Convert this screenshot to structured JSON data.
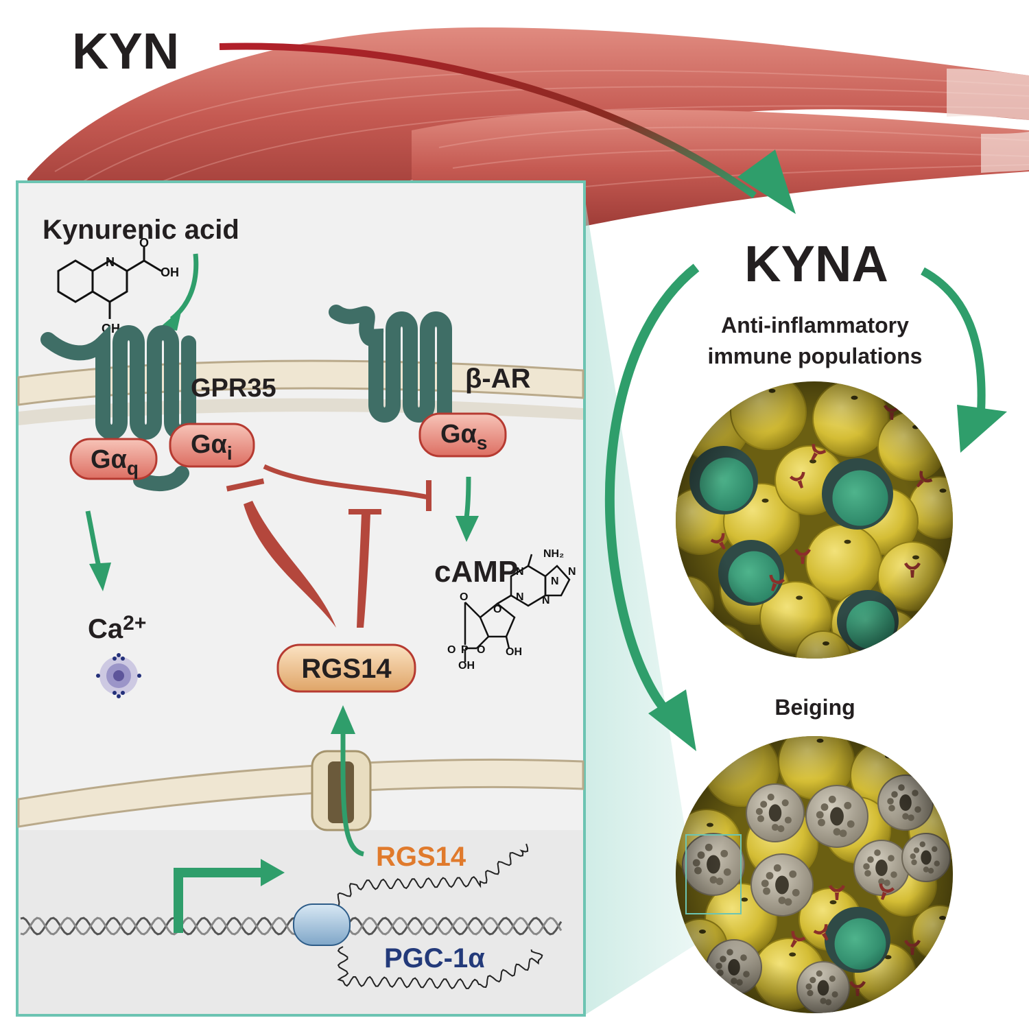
{
  "labels": {
    "kyn": "KYN",
    "kyna": "KYNA",
    "kynurenic_acid": "Kynurenic acid",
    "gpr35": "GPR35",
    "beta_ar": "β-AR",
    "gaq": "Gα",
    "gaq_sub": "q",
    "gai": "Gα",
    "gai_sub": "i",
    "gas": "Gα",
    "gas_sub": "s",
    "camp": "cAMP",
    "ca": "Ca",
    "ca_sup": "2+",
    "rgs14_protein": "RGS14",
    "rgs14_mrna": "RGS14",
    "pgc1a": "PGC-1α",
    "anti_inflammatory_line1": "Anti-inflammatory",
    "anti_inflammatory_line2": "immune populations",
    "beiging": "Beiging"
  },
  "chemistry": {
    "kyna_o": "O",
    "kyna_n": "N",
    "kyna_oh": "OH",
    "kyna_oh_bottom": "OH",
    "camp_nh2": "NH₂",
    "camp_n1": "N",
    "camp_n2": "N",
    "camp_n3": "N",
    "camp_n4": "N",
    "camp_n5": "N",
    "camp_o_ring": "O",
    "camp_o1": "O",
    "camp_o2": "O",
    "camp_p": "P",
    "camp_o3": "O",
    "camp_oh": "OH",
    "camp_oh2": "OH"
  },
  "colors": {
    "muscle": "#c9625a",
    "membrane": "#efe6d2",
    "membrane_edge": "#b9a98a",
    "receptor": "#3f6e66",
    "g_protein": "#e27468",
    "rgs_box": "#e6b482",
    "arrow_green": "#2f9e6b",
    "inhibit_red": "#b4473c",
    "panel_border": "#6cc4b2",
    "fat_cell": "#d6c33c",
    "immune_cell": "#3aa07c",
    "beige_cell": "#a8a091",
    "rgs14_mrna_text": "#e07a2c",
    "pgc1a_text": "#233a7a"
  }
}
